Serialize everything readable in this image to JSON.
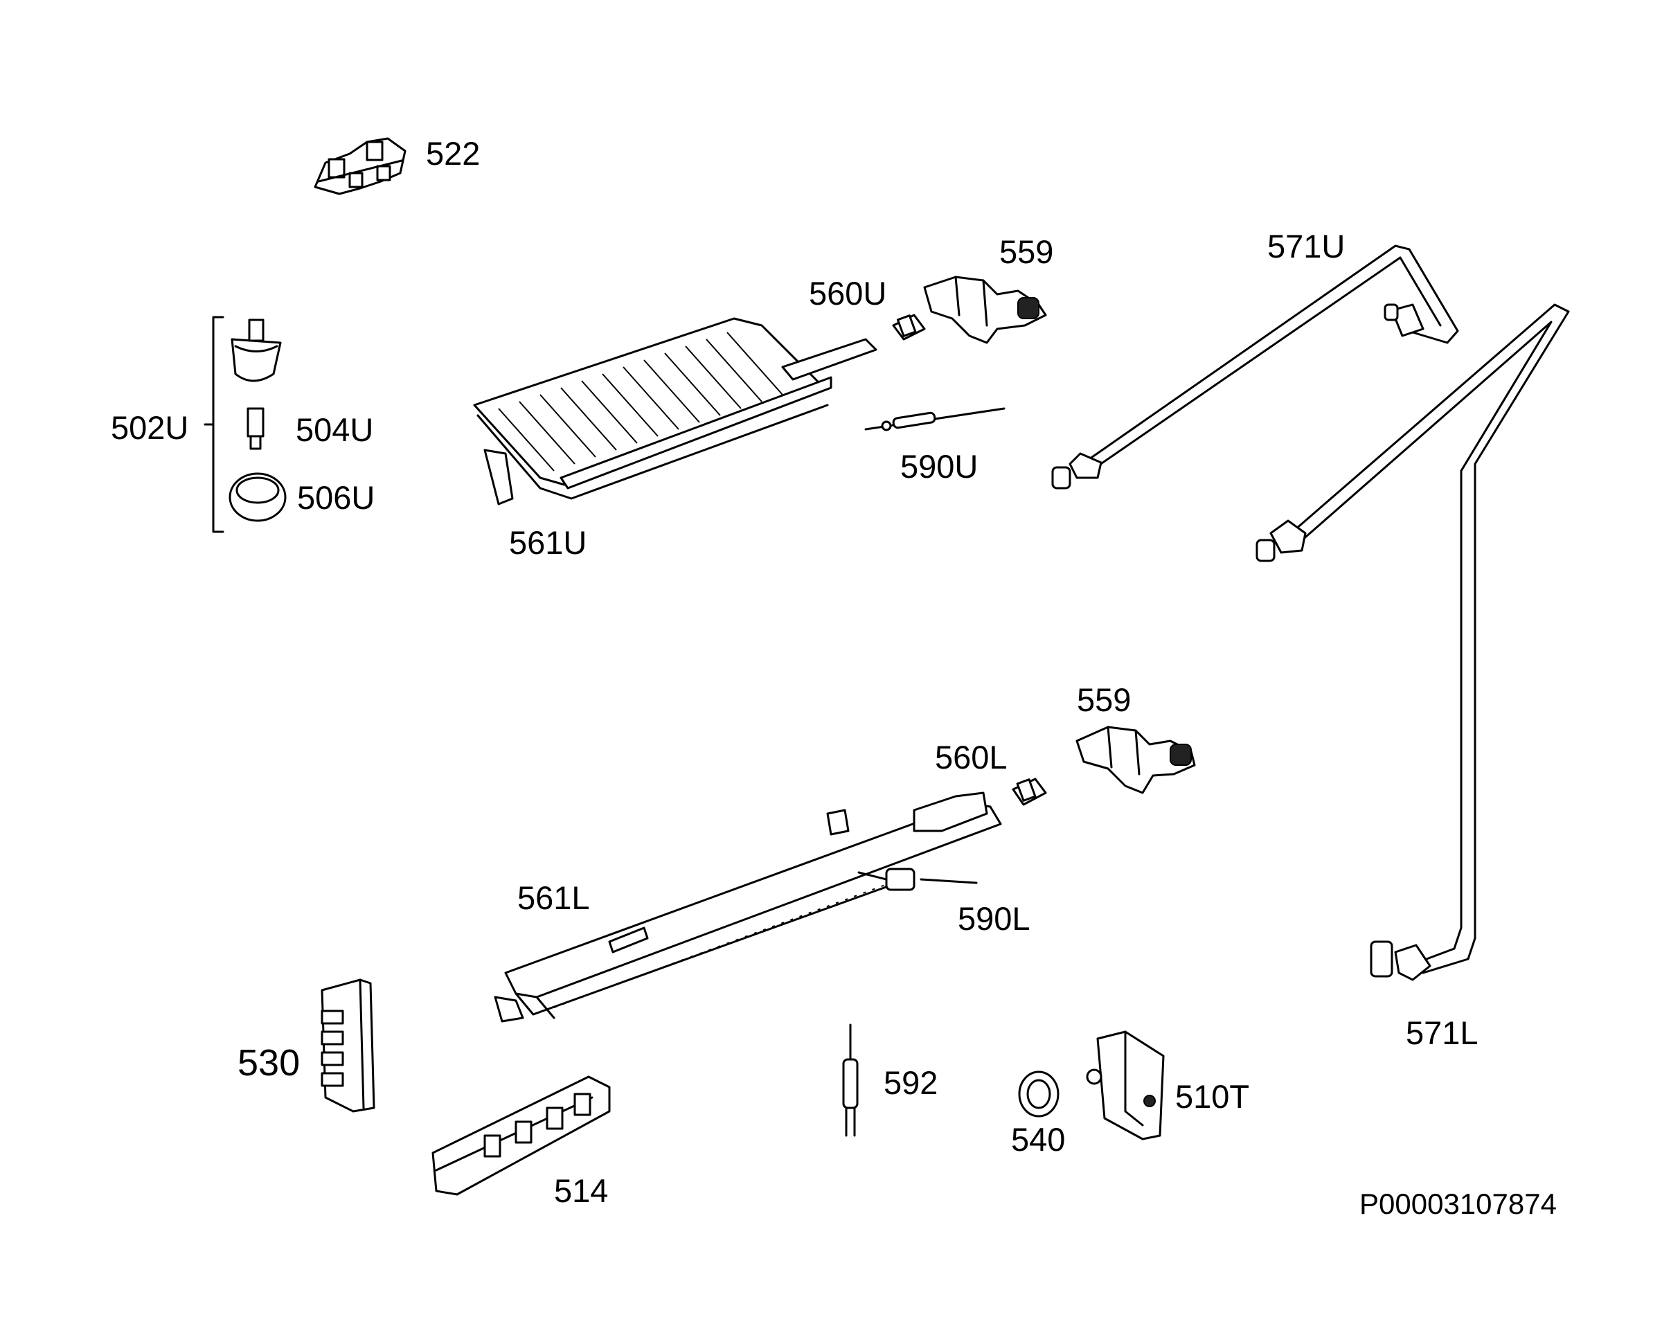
{
  "labels": {
    "p522": "522",
    "p559_upper": "559",
    "p571U": "571U",
    "p560U": "560U",
    "p502U": "502U",
    "p504U": "504U",
    "p506U": "506U",
    "p590U": "590U",
    "p561U": "561U",
    "p559_lower": "559",
    "p560L": "560L",
    "p561L": "561L",
    "p590L": "590L",
    "p571L": "571L",
    "p530": "530",
    "p592": "592",
    "p510T": "510T",
    "p540": "540",
    "p514": "514"
  },
  "document_id": "P00003107874"
}
